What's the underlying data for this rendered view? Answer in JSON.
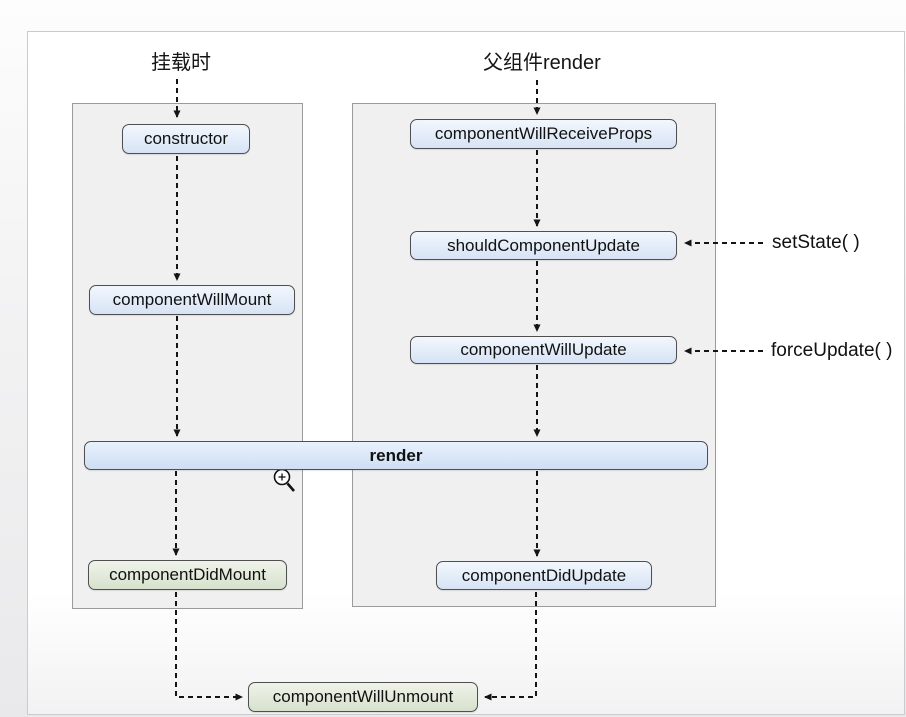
{
  "diagram": {
    "column_titles": {
      "mount": "挂载时",
      "parent_render": "父组件render"
    },
    "nodes": {
      "constructor": "constructor",
      "componentWillMount": "componentWillMount",
      "componentWillReceiveProps": "componentWillReceiveProps",
      "shouldComponentUpdate": "shouldComponentUpdate",
      "componentWillUpdate": "componentWillUpdate",
      "render": "render",
      "componentDidMount": "componentDidMount",
      "componentDidUpdate": "componentDidUpdate",
      "componentWillUnmount": "componentWillUnmount"
    },
    "side_labels": {
      "set_state": "setState( )",
      "force_update": "forceUpdate( )"
    },
    "edges": [
      {
        "from": "挂载时",
        "to": "constructor"
      },
      {
        "from": "constructor",
        "to": "componentWillMount"
      },
      {
        "from": "componentWillMount",
        "to": "render"
      },
      {
        "from": "render",
        "to": "componentDidMount"
      },
      {
        "from": "componentDidMount",
        "to": "componentWillUnmount"
      },
      {
        "from": "父组件render",
        "to": "componentWillReceiveProps"
      },
      {
        "from": "componentWillReceiveProps",
        "to": "shouldComponentUpdate"
      },
      {
        "from": "shouldComponentUpdate",
        "to": "componentWillUpdate"
      },
      {
        "from": "componentWillUpdate",
        "to": "render"
      },
      {
        "from": "render",
        "to": "componentDidUpdate"
      },
      {
        "from": "componentDidUpdate",
        "to": "componentWillUnmount"
      },
      {
        "from": "setState( )",
        "to": "shouldComponentUpdate"
      },
      {
        "from": "forceUpdate( )",
        "to": "componentWillUpdate"
      }
    ],
    "colors": {
      "node_border": "#4f4f4f",
      "node_blue_top": "#f3f7fd",
      "node_blue_bottom": "#d7e3f5",
      "node_green_top": "#eff3ea",
      "node_green_bottom": "#d7e1cd",
      "render_top": "#e9f1fc",
      "render_bottom": "#cfdef4",
      "panel_fill": "#f0f0f1",
      "panel_border": "#9b9b9d",
      "arrow": "#141414",
      "card_bg": "#ffffff",
      "card_border": "#cbcbcd"
    },
    "icons": {
      "zoom_cursor": "zoom-in-magnifier-cursor"
    }
  }
}
